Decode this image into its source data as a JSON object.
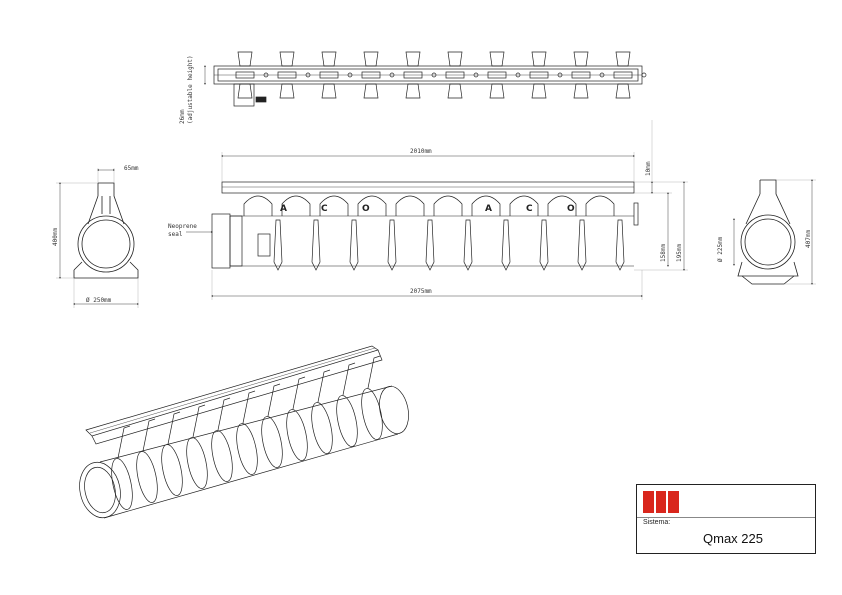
{
  "drawing": {
    "top_dim_vertical": "26mm",
    "top_dim_vertical_note": "(adjustable height)",
    "front_width_dim": "2010mm",
    "front_total_dim": "2075mm",
    "front_right_small_dim": "10mm",
    "front_right_mid_dim": "158mm",
    "front_right_total_dim": "195mm",
    "seal_label_line1": "Neoprene",
    "seal_label_line2": "seal",
    "front_letters": [
      "A",
      "C",
      "O",
      "A",
      "C",
      "O"
    ],
    "left_top_dim": "65mm",
    "left_height_dim": "400mm",
    "left_width_dim": "Ø 250mm",
    "right_inner_dim": "Ø 225mm",
    "right_height_dim": "407mm"
  },
  "title_block": {
    "system_label": "Sistema:",
    "product_name": "Qmax 225",
    "logo_color": "#d9261c"
  }
}
